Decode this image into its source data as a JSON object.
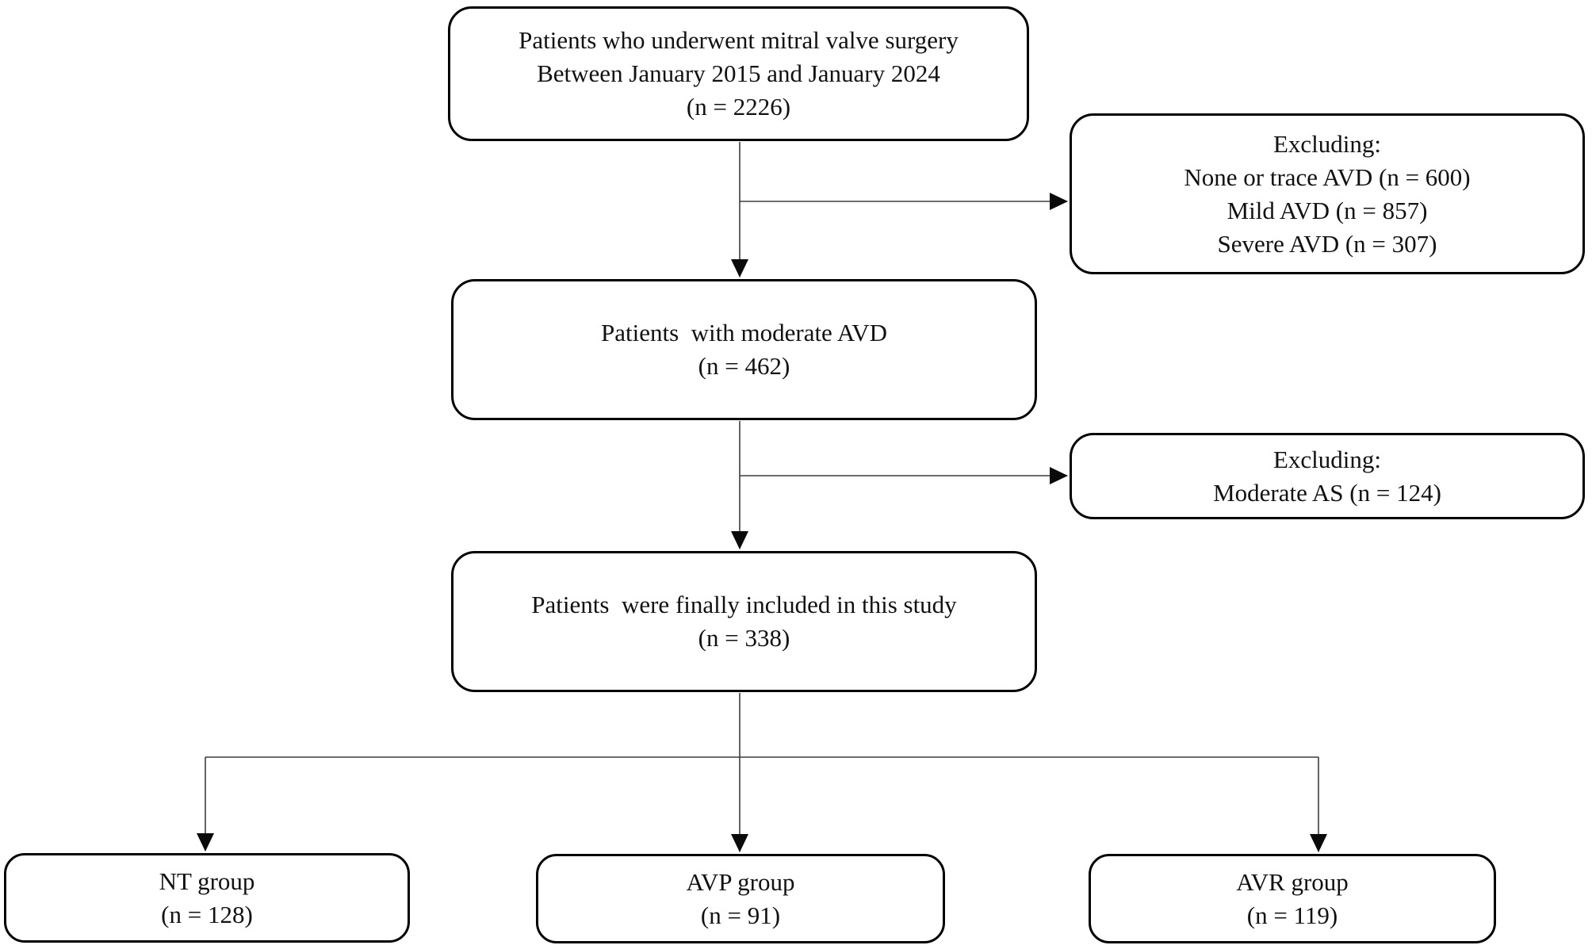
{
  "figure": {
    "type": "flowchart",
    "background_color": "#ffffff",
    "box_border_color": "#000000",
    "connector_color": "#3d3d3d",
    "arrowhead_color": "#0a0a0a",
    "text_color": "#111111"
  },
  "nodes": [
    {
      "id": "surgery",
      "lines": [
        "Patients who underwent mitral valve surgery",
        "Between January 2015 and January 2024",
        "(n = 2226)"
      ]
    },
    {
      "id": "excluding-1",
      "lines": [
        "Excluding:",
        "None or trace AVD (n = 600)",
        "Mild AVD (n = 857)",
        "Severe AVD (n = 307)"
      ]
    },
    {
      "id": "moderate-avd",
      "lines": [
        "Patients  with moderate AVD",
        "(n = 462)"
      ]
    },
    {
      "id": "excluding-2",
      "lines": [
        "Excluding:",
        "Moderate AS (n = 124)"
      ]
    },
    {
      "id": "final-included",
      "lines": [
        "Patients  were finally included in this study",
        "(n = 338)"
      ]
    },
    {
      "id": "nt-group",
      "lines": [
        "NT group",
        "(n = 128)"
      ]
    },
    {
      "id": "avp-group",
      "lines": [
        "AVP group",
        "(n = 91)"
      ]
    },
    {
      "id": "avr-group",
      "lines": [
        "AVR group",
        "(n = 119)"
      ]
    }
  ],
  "edges": [
    {
      "from": "surgery",
      "to": "moderate-avd"
    },
    {
      "from": "surgery",
      "to": "excluding-1"
    },
    {
      "from": "moderate-avd",
      "to": "final-included"
    },
    {
      "from": "moderate-avd",
      "to": "excluding-2"
    },
    {
      "from": "final-included",
      "to": "nt-group"
    },
    {
      "from": "final-included",
      "to": "avp-group"
    },
    {
      "from": "final-included",
      "to": "avr-group"
    }
  ]
}
